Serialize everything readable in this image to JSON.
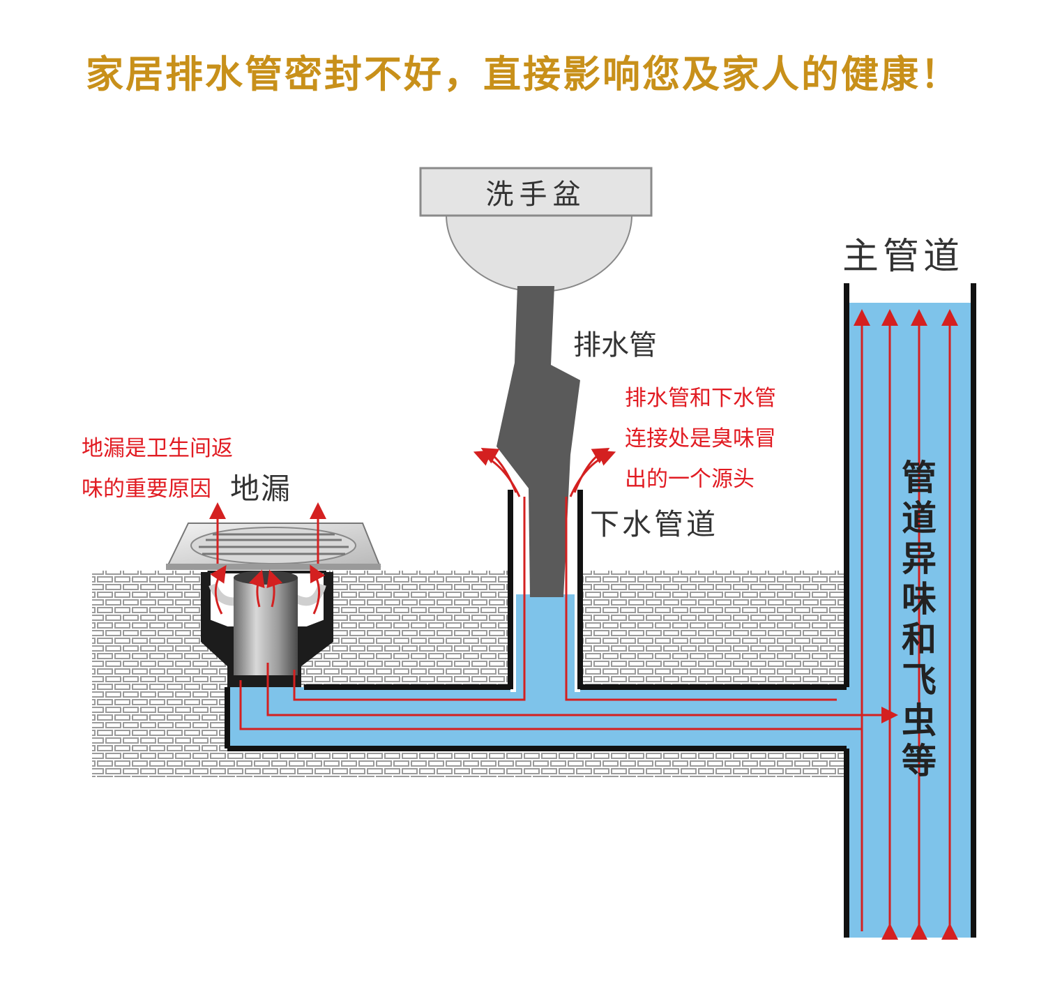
{
  "headline": "家居排水管密封不好，直接影响您及家人的健康！",
  "labels": {
    "basin": "洗手盆",
    "main_pipe": "主管道",
    "drain_pipe": "排水管",
    "sewer_pipe": "下水管道",
    "floor_drain": "地漏"
  },
  "notes": {
    "floor_drain_note": [
      "地漏是卫生间返",
      "味的重要原因"
    ],
    "joint_note": [
      "排水管和下水管",
      "连接处是臭味冒",
      "出的一个源头"
    ]
  },
  "main_pipe_caption": [
    "管",
    "道",
    "异",
    "味",
    "和",
    "飞",
    "虫",
    "等"
  ],
  "colors": {
    "headline": "#c8901a",
    "warning_text": "#e11b22",
    "water": "#7ec3ea",
    "arrow": "#d42020",
    "drain_pipe": "#5a5a5a",
    "brick_line": "#999999"
  }
}
